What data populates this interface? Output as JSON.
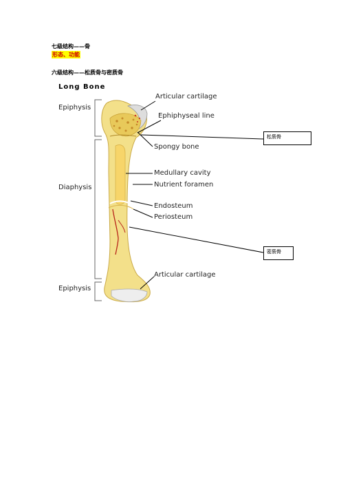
{
  "headings": {
    "level7": "七级结构——骨",
    "level7_sub": "形态、功能",
    "level6": "六级结构——松质骨与密质骨"
  },
  "figure": {
    "title": "Long Bone",
    "regions": {
      "epiphysis_top": "Epiphysis",
      "diaphysis": "Diaphysis",
      "epiphysis_bottom": "Epiphysis"
    },
    "labels": {
      "articular_top": "Articular cartilage",
      "epiphyseal_line": "Ephiphyseal line",
      "spongy_bone": "Spongy bone",
      "medullary_cavity": "Medullary cavity",
      "nutrient_foramen": "Nutrient foramen",
      "endosteum": "Endosteum",
      "periosteum": "Periosteum",
      "articular_bottom": "Articular cartilage"
    }
  },
  "annotations": {
    "spongy": "松质骨",
    "compact": "密质骨"
  },
  "colors": {
    "bone": "#f3e08a",
    "bone_dark": "#d8b94a",
    "cartilage": "#eeeeee",
    "highlight": "#ffff00",
    "red_text": "#cc0000"
  }
}
